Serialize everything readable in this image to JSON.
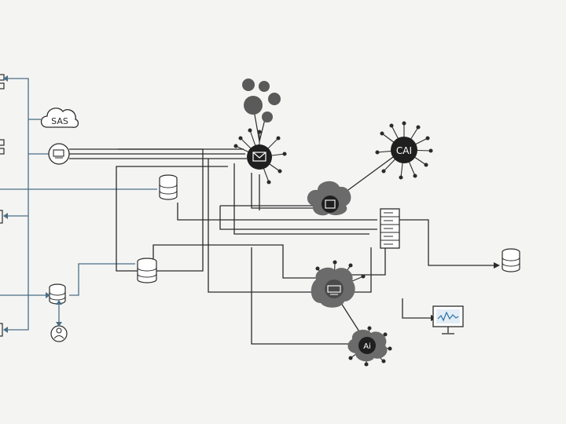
{
  "diagram": {
    "labels": {
      "saas_cloud": "SAS",
      "cai_hub": "CAI",
      "ai_node": "Ai"
    },
    "colors": {
      "line": "#2b2b2b",
      "blue_line": "#4a6f86",
      "hub_dark": "#1f1f1f",
      "cloud_gray": "#6b6b6b",
      "cluster_gray": "#5a5a5a",
      "monitor_blue": "#2c6fa6",
      "background": "#f4f4f3"
    },
    "icons": [
      "server-icon",
      "cloud-icon",
      "router-icon",
      "database-icon",
      "user-icon",
      "mail-icon",
      "server-rack-icon",
      "monitor-chart-icon"
    ]
  }
}
